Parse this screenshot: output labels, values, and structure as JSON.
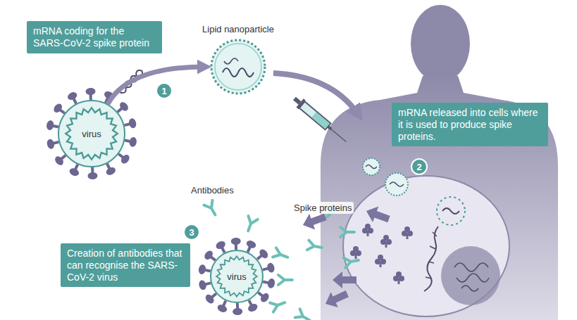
{
  "diagram": {
    "nodes": [
      {
        "text": [
          "mRNA coding for the SARS-CoV-2 spike protein"
        ]
      },
      {
        "text": [
          "1"
        ]
      },
      {
        "text": [
          "virus"
        ]
      },
      {
        "text": [
          "Lipid nanoparticle"
        ]
      },
      {
        "text": [
          "mRNA released into cells where it is used to produce spike proteins."
        ]
      },
      {
        "text": [
          "2"
        ]
      },
      {
        "text": [
          "3"
        ]
      },
      {
        "text": [
          "Creation of antibodies that can recognise the SARS-CoV-2 virus"
        ]
      },
      {
        "text": [
          "virus"
        ]
      }
    ],
    "edges": [
      {
        "from": 2,
        "to": 3,
        "arrow": "to"
      }
    ],
    "labels": [
      "Antibodies",
      "Spike proteins"
    ]
  }
}
